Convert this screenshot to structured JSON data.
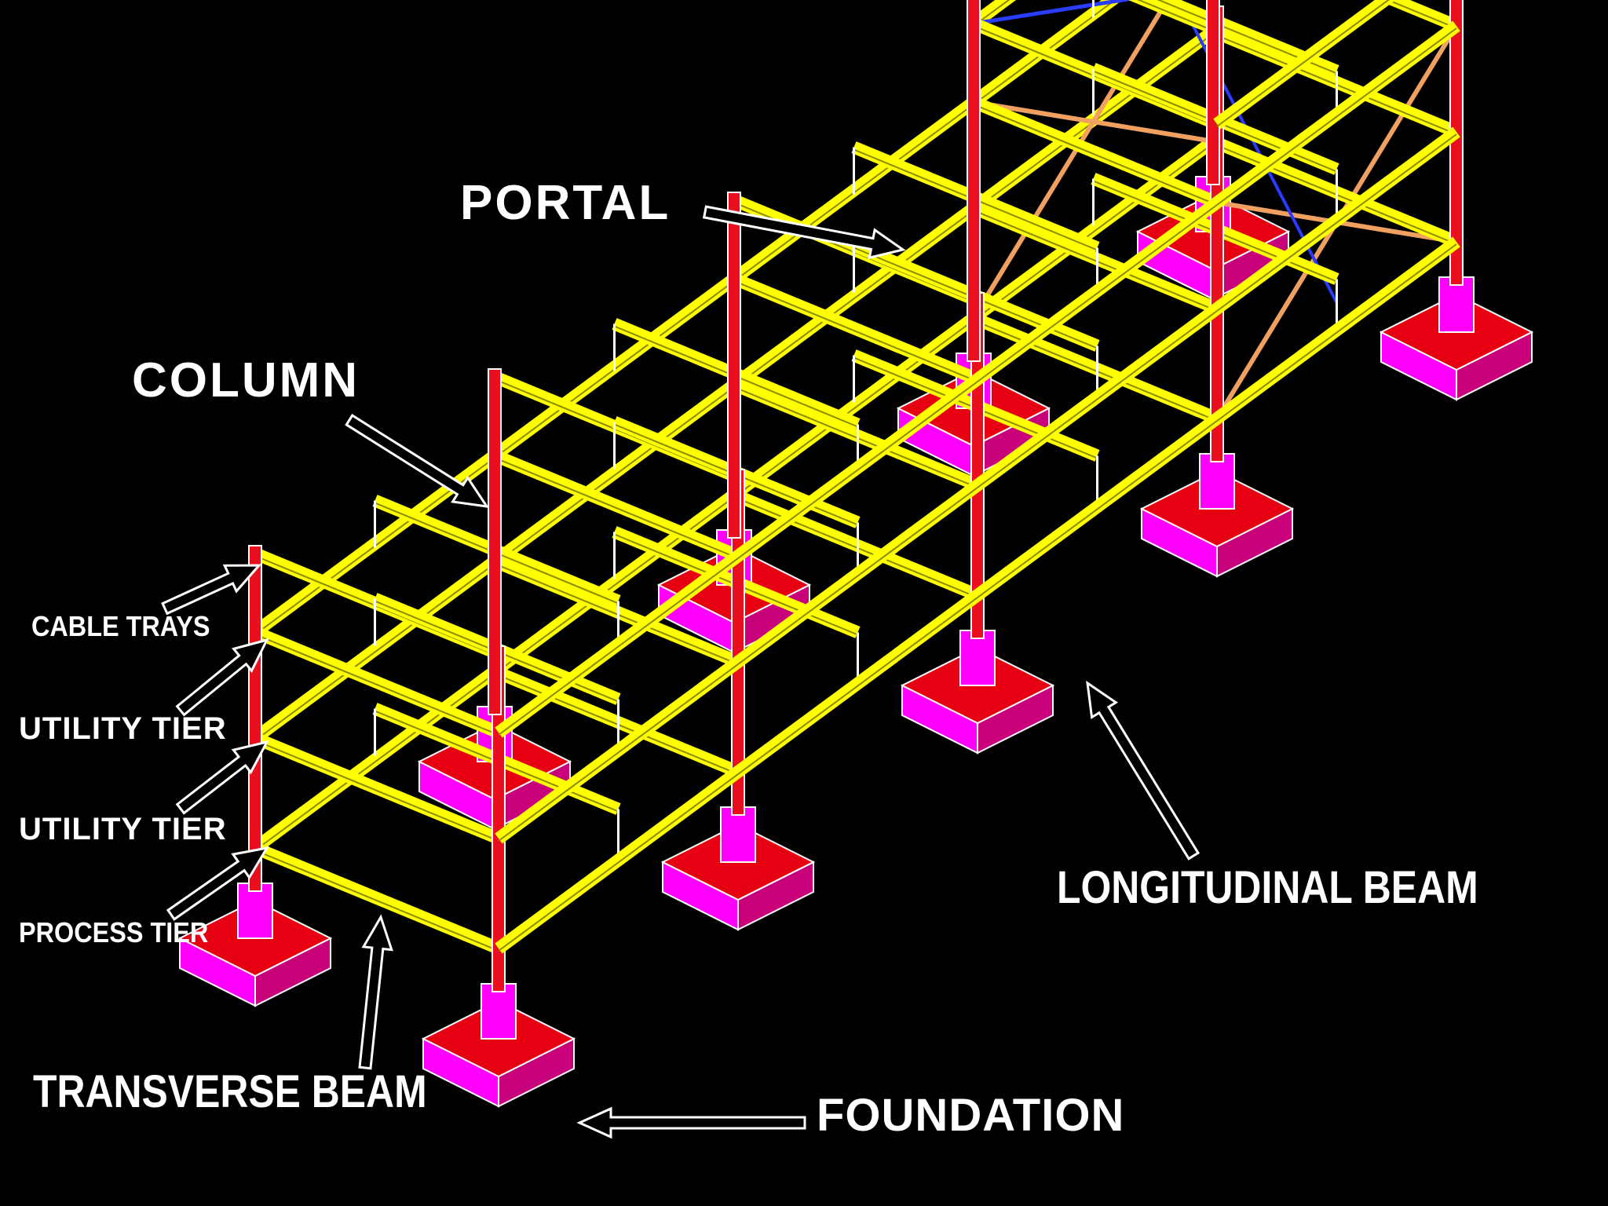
{
  "labels": {
    "portal": "PORTAL",
    "column": "COLUMN",
    "cable_trays": "CABLE TRAYS",
    "utility_tier_1": "UTILITY TIER",
    "utility_tier_2": "UTILITY TIER",
    "process_tier": "PROCESS TIER",
    "transverse_beam": "TRANSVERSE BEAM",
    "longitudinal_beam": "LONGITUDINAL BEAM",
    "foundation": "FOUNDATION"
  },
  "colors": {
    "background": "#000000",
    "beam": "#ffff00",
    "column": "#e8101e",
    "foundation_top": "#e60012",
    "foundation_side": "#ff00ff",
    "bracing_blue": "#2a3cff",
    "bracing_orange": "#f0a060",
    "label": "#ffffff"
  }
}
